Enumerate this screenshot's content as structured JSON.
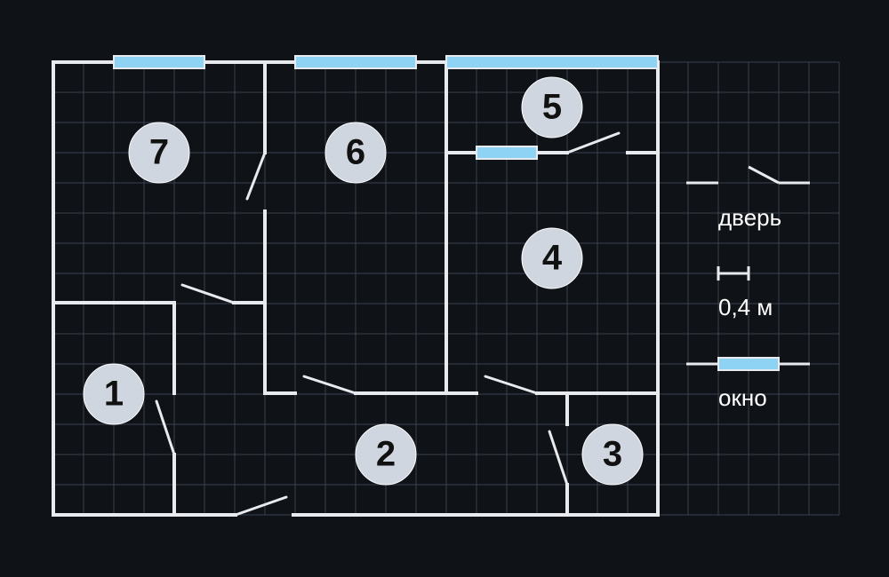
{
  "rooms": [
    {
      "id": "room-1",
      "label": "1"
    },
    {
      "id": "room-2",
      "label": "2"
    },
    {
      "id": "room-3",
      "label": "3"
    },
    {
      "id": "room-4",
      "label": "4"
    },
    {
      "id": "room-5",
      "label": "5"
    },
    {
      "id": "room-6",
      "label": "6"
    },
    {
      "id": "room-7",
      "label": "7"
    }
  ],
  "legend": {
    "door_label": "дверь",
    "scale_label": "0,4 м",
    "window_label": "окно"
  },
  "colors": {
    "background": "#0f1217",
    "grid": "#3a4250",
    "wall": "#e8eaee",
    "window": "#8fd3f4",
    "room_marker": "#cfd6df",
    "room_label": "#111111",
    "legend_text": "#ffffff"
  }
}
